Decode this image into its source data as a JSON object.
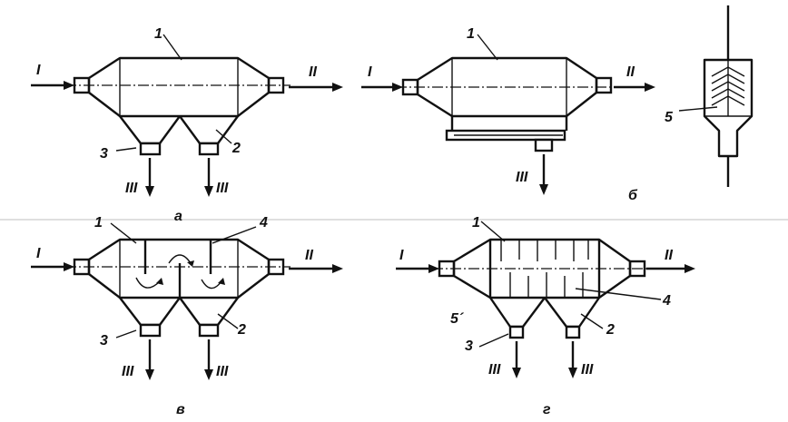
{
  "panels": {
    "a": {
      "caption": "а",
      "labels": {
        "inlet": "I",
        "outlet": "II",
        "discharge_left": "III",
        "discharge_right": "III",
        "body": "1",
        "hopper": "2",
        "outlet_pipe": "3"
      }
    },
    "b": {
      "caption": "б",
      "labels": {
        "inlet": "I",
        "outlet": "II",
        "discharge": "III",
        "body": "1",
        "detail": "5"
      }
    },
    "v": {
      "caption": "в",
      "labels": {
        "inlet": "I",
        "outlet": "II",
        "discharge_left": "III",
        "discharge_right": "III",
        "body": "1",
        "baffle": "4",
        "hopper": "2",
        "outlet_pipe": "3"
      }
    },
    "g": {
      "caption": "г",
      "labels": {
        "inlet": "I",
        "outlet": "II",
        "discharge_left": "III",
        "discharge_right": "III",
        "body": "1",
        "shelf": "4",
        "hopper": "2",
        "outlet_pipe": "3",
        "side": "5´"
      }
    }
  }
}
